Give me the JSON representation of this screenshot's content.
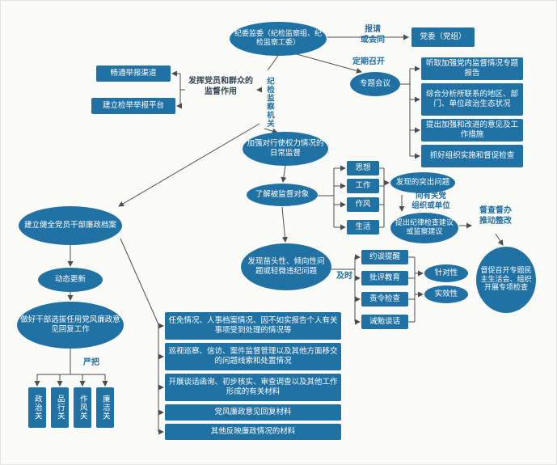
{
  "colors": {
    "node_fill": "#2071a4",
    "node_text": "#ffffff",
    "label_blue": "#2071a4",
    "label_dark": "#32434f",
    "connector": "#4d4d4d",
    "background": "#fbfbf9"
  },
  "nodes": {
    "jiwei": "纪委监委（纪检监察组、纪检监察工委）",
    "dangwei": "党委（党组）",
    "zhuanti_huiyi": "专题会议",
    "changtong": "畅通举报渠道",
    "jianli_pingtai": "建立检举举报平台",
    "jiaqiang": "加强对行使权力情况的日常监督",
    "liaojie": "了解被监督对象",
    "sixiang": "思想",
    "gongzuo": "工作",
    "zuofeng": "作风",
    "shenghuo": "生活",
    "faxian_tuchu": "发现的突出问题",
    "tichu_jianyi": "提出纪律检查建议或监察建议",
    "ducu_zhaokai": "督促召开专题民主生活会、组织开展专项检查",
    "faxian_miaotou": "发现苗头性、倾向性问题或轻微违纪问题",
    "yuetan": "约谈提醒",
    "piping": "批评教育",
    "zeling": "责令检查",
    "jiemian": "诫勉谈话",
    "zhenduixing": "针对性",
    "shixiaoxing": "实效性",
    "jianli_dangan": "建立健全党员干部廉政档案",
    "dongtai": "动态更新",
    "zuohao": "做好干部选拔任用党风廉政意见回复工作",
    "zhengzhiguan": "政治关",
    "pinxingguan": "品行关",
    "zuofengguan": "作风关",
    "lianjieguan": "廉洁关"
  },
  "labels": {
    "baoqing": "报请\n或会同",
    "dingqi": "定期召开",
    "jijian_jiguan": "纪检监察机关",
    "fahui": "发挥党员和群众的监督作用",
    "xiang_youguan": "向有关党\n组织或单位",
    "ducha_duban": "督查督办\n推动整改",
    "jishi": "及时",
    "yanba": "严把"
  },
  "meeting_tasks": [
    "听取加强党内监督情况专题报告",
    "综合分析所联系的地区、部门、单位政治生态状况",
    "提出加强和改进的意见及工作措施",
    "抓好组织实施和督促检查"
  ],
  "archive_materials": [
    "任免情况、人事档案情况、因不如实报告个人有关事项受到处理的情况等",
    "巡视巡察、信访、案件监督管理以及其他方面移交的问题线索和处置情况",
    "开展谈话函询、初步核实、审查调查以及其他工作形成的有关材料",
    "党风廉政意见回复材料",
    "其他反映廉政情况的材料"
  ]
}
